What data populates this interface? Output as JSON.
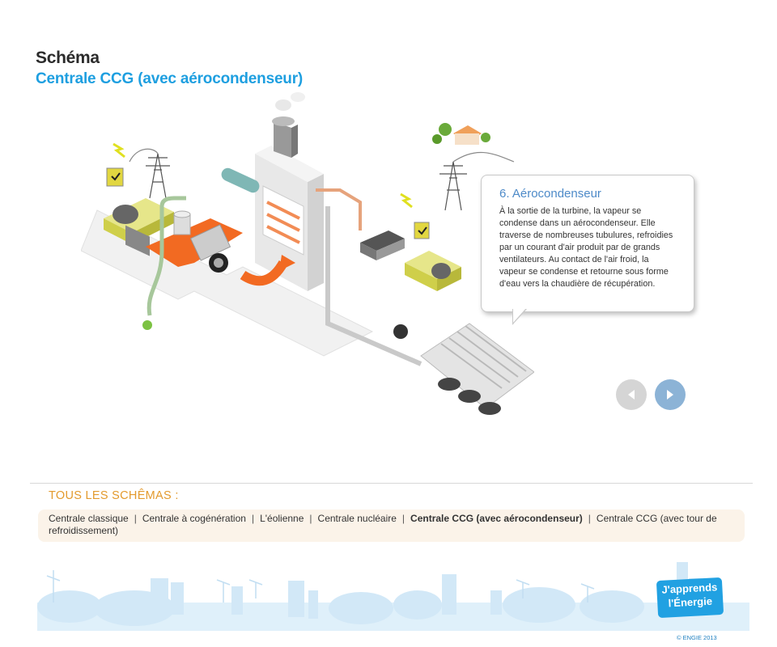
{
  "header": {
    "title": "Schéma",
    "subtitle": "Centrale CCG (avec aérocondenseur)"
  },
  "info_bubble": {
    "title": "6. Aérocondenseur",
    "body": "À la sortie de la turbine, la vapeur se condense dans un aérocondenseur. Elle traverse de nombreuses tubulures, refroidies par un courant d'air produit par de grands ventilateurs. Au contact de l'air froid, la vapeur se condense et retourne sous forme d'eau vers la chaudière de récupération."
  },
  "navigation": {
    "prev_icon": "arrow-left-icon",
    "next_icon": "arrow-right-icon"
  },
  "schemas": {
    "label": "TOUS LES SCHÊMAS :",
    "items": [
      {
        "label": "Centrale classique",
        "active": false
      },
      {
        "label": "Centrale à cogénération",
        "active": false
      },
      {
        "label": "L'éolienne",
        "active": false
      },
      {
        "label": "Centrale nucléaire",
        "active": false
      },
      {
        "label": "Centrale CCG (avec aérocondenseur)",
        "active": true
      },
      {
        "label": "Centrale CCG (avec tour de refroidissement)",
        "active": false
      }
    ]
  },
  "footer": {
    "logo_line1": "J'apprends",
    "logo_line2": "l'Énergie",
    "copyright": "© ENGIE 2013"
  },
  "colors": {
    "accent_blue": "#1e9fe0",
    "orange": "#e39a2d",
    "bubble_title": "#4d8ac8",
    "heat_orange": "#f26a22",
    "machine_yellow": "#d8dc3a"
  }
}
